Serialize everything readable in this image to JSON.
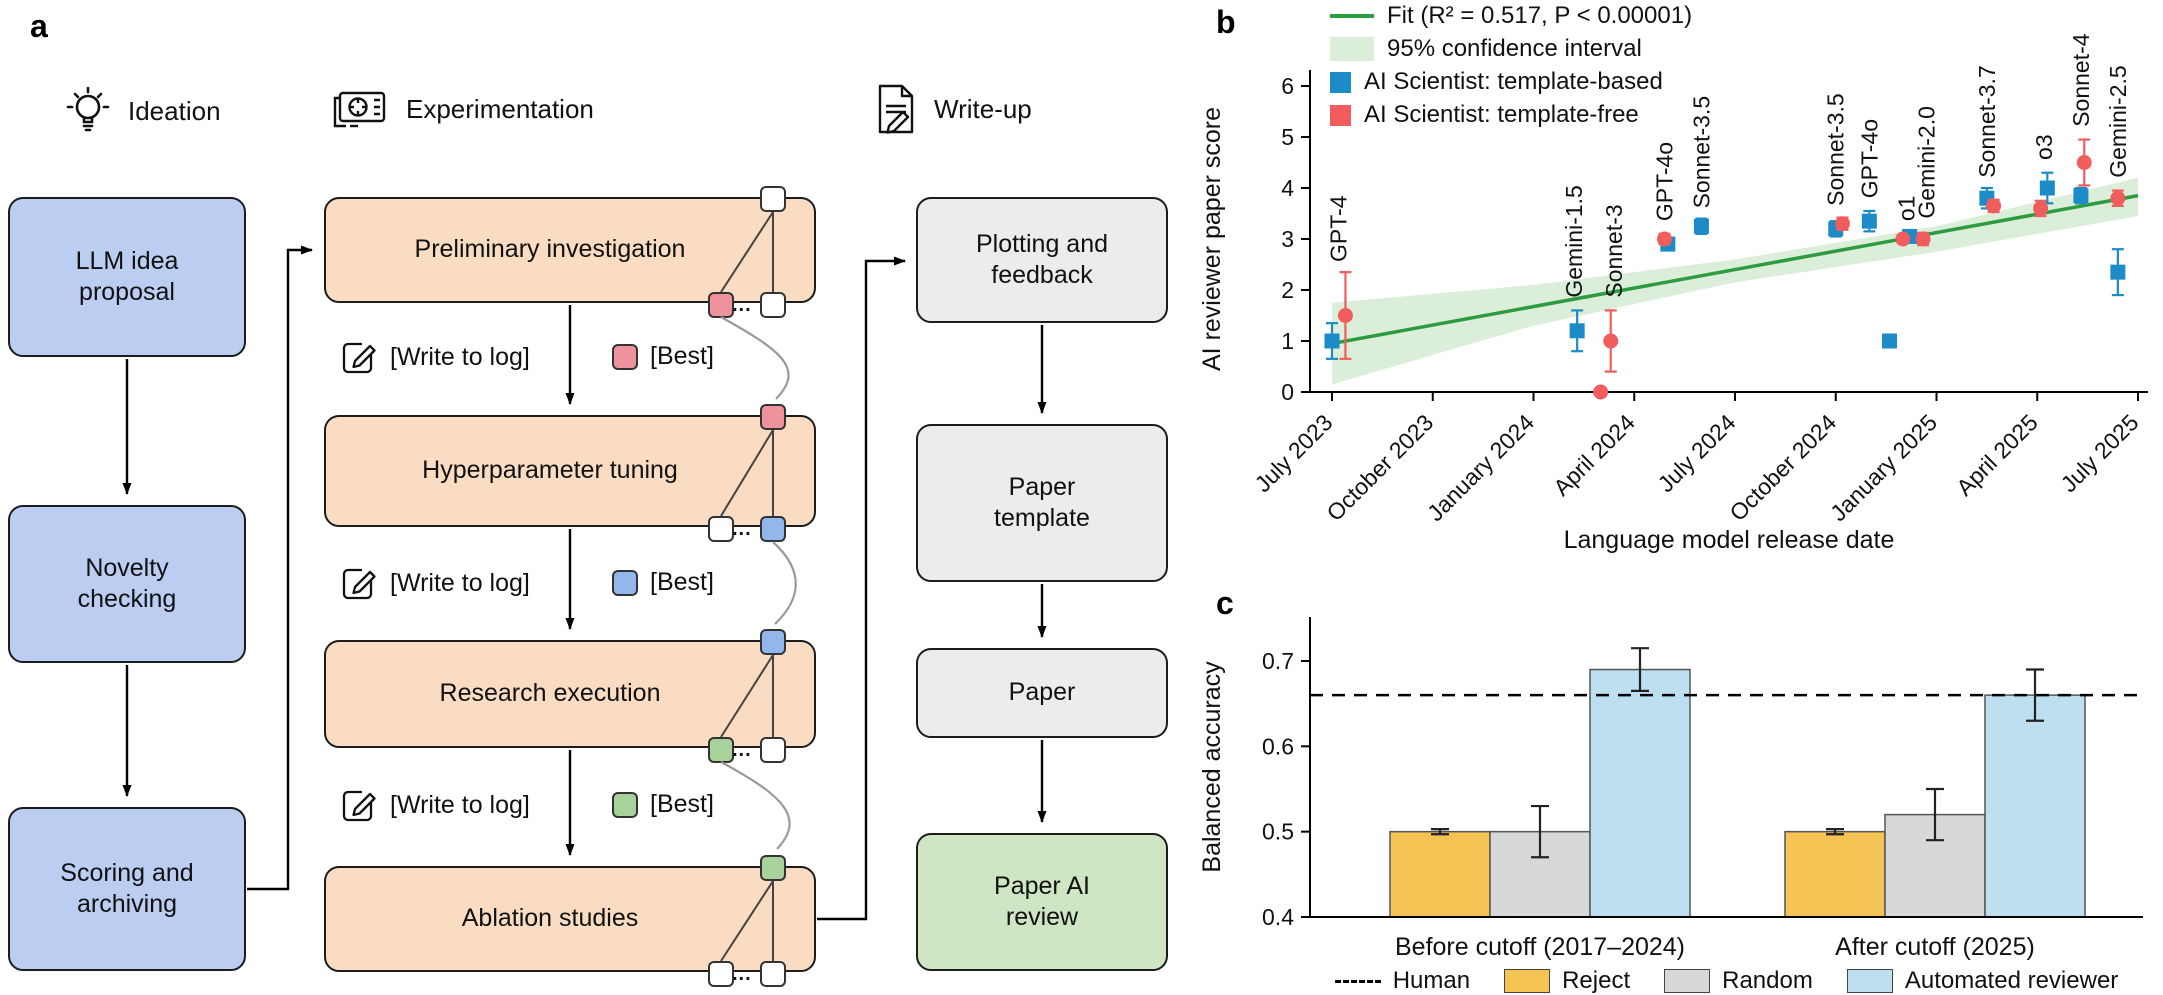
{
  "panel_labels": {
    "a": "a",
    "b": "b",
    "c": "c"
  },
  "flow": {
    "columns": {
      "ideation": {
        "title": "Ideation"
      },
      "experimentation": {
        "title": "Experimentation"
      },
      "writeup": {
        "title": "Write-up"
      }
    },
    "ideation_boxes": {
      "b1": "LLM idea proposal",
      "b2": "Novelty checking",
      "b3": "Scoring and archiving"
    },
    "exp_boxes": {
      "b1": "Preliminary investigation",
      "b2": "Hyperparameter tuning",
      "b3": "Research execution",
      "b4": "Ablation studies"
    },
    "writeup_boxes": {
      "b1": "Plotting and feedback",
      "b2": "Paper template",
      "b3": "Paper",
      "b4": "Paper AI review"
    },
    "annotations": {
      "write_to_log": "[Write to log]",
      "best": "[Best]",
      "dots": "..."
    },
    "colors": {
      "ideation_fill": "#bccdf2",
      "experiment_fill": "#f9dcc1",
      "writeup_fill": "#ececec",
      "review_fill": "#cfe6c4",
      "node_pink": "#ee929b",
      "node_blue": "#93b7ec",
      "node_green": "#a7d29c",
      "node_white": "#ffffff"
    }
  },
  "chart_data": [
    {
      "type": "scatter",
      "xlabel": "Language model release date",
      "ylabel": "AI reviewer paper score",
      "ylim": [
        0,
        6
      ],
      "y_ticks": [
        0,
        1,
        2,
        3,
        4,
        5,
        6
      ],
      "x_unit": "months since July 2023",
      "x_ticks": [
        0,
        3,
        6,
        9,
        12,
        15,
        18,
        21,
        24
      ],
      "x_tick_labels": [
        "July 2023",
        "October 2023",
        "January 2024",
        "April 2024",
        "July 2024",
        "October 2024",
        "January 2025",
        "April 2025",
        "July 2025"
      ],
      "fit": {
        "x": [
          0,
          24
        ],
        "y": [
          0.95,
          3.85
        ],
        "color": "#2d9b3f"
      },
      "ci": {
        "color": "#daeeda",
        "upper": [
          [
            0,
            1.75
          ],
          [
            6,
            2.1
          ],
          [
            12,
            2.6
          ],
          [
            18,
            3.25
          ],
          [
            24,
            4.2
          ]
        ],
        "lower": [
          [
            0,
            0.15
          ],
          [
            6,
            1.3
          ],
          [
            12,
            2.15
          ],
          [
            18,
            2.75
          ],
          [
            24,
            3.45
          ]
        ]
      },
      "legend": [
        {
          "label": "Fit (R² = 0.517, P < 0.00001)",
          "swatch": "line",
          "color": "#2d9b3f"
        },
        {
          "label": "95% confidence interval",
          "swatch": "band",
          "color": "#daeeda"
        },
        {
          "label": "AI Scientist: template-based",
          "swatch": "square",
          "color": "#1d8bc8"
        },
        {
          "label": "AI Scientist: template-free",
          "swatch": "square",
          "color": "#f15c5c"
        }
      ],
      "series": [
        {
          "name": "AI Scientist: template-based",
          "marker": "square",
          "color": "#1d8bc8",
          "points": [
            {
              "model": "GPT-4",
              "x": 0,
              "y": 1.0,
              "err": 0.35
            },
            {
              "model": "Gemini-1.5",
              "x": 7.3,
              "y": 1.2,
              "err": 0.4
            },
            {
              "model": "GPT-4o",
              "x": 10.0,
              "y": 2.9,
              "err": 0.12
            },
            {
              "model": "Sonnet-3.5",
              "x": 11.0,
              "y": 3.25,
              "err": 0.15
            },
            {
              "model": "Sonnet-3.5",
              "x": 15.0,
              "y": 3.2,
              "err": 0.15
            },
            {
              "model": "GPT-4o",
              "x": 16.0,
              "y": 3.35,
              "err": 0.2
            },
            {
              "model": "Gemini-2.0",
              "x": 16.6,
              "y": 1.0,
              "err": 0.08
            },
            {
              "model": "o1",
              "x": 17.2,
              "y": 3.05,
              "err": 0.1
            },
            {
              "model": "Sonnet-3.7",
              "x": 19.5,
              "y": 3.8,
              "err": 0.2
            },
            {
              "model": "o3",
              "x": 21.3,
              "y": 4.0,
              "err": 0.3
            },
            {
              "model": "Sonnet-4",
              "x": 22.3,
              "y": 3.85,
              "err": 0.15
            },
            {
              "model": "Gemini-2.5",
              "x": 23.4,
              "y": 2.35,
              "err": 0.45
            }
          ]
        },
        {
          "name": "AI Scientist: template-free",
          "marker": "circle",
          "color": "#f15c5c",
          "points": [
            {
              "model": "GPT-4",
              "x": 0.4,
              "y": 1.5,
              "err": 0.85
            },
            {
              "model": "Sonnet-3",
              "x": 8.0,
              "y": 0.0,
              "err": 0.05
            },
            {
              "model": "Sonnet-3",
              "x": 8.3,
              "y": 1.0,
              "err": 0.6
            },
            {
              "model": "GPT-4o",
              "x": 9.9,
              "y": 3.0,
              "err": 0.1
            },
            {
              "model": "Sonnet-3.5",
              "x": 15.2,
              "y": 3.3,
              "err": 0.12
            },
            {
              "model": "o1",
              "x": 17.0,
              "y": 3.0,
              "err": 0.08
            },
            {
              "model": "Gemini-2.0",
              "x": 17.6,
              "y": 3.0,
              "err": 0.12
            },
            {
              "model": "Sonnet-3.7",
              "x": 19.7,
              "y": 3.65,
              "err": 0.12
            },
            {
              "model": "o3",
              "x": 21.1,
              "y": 3.6,
              "err": 0.15
            },
            {
              "model": "Sonnet-4",
              "x": 22.4,
              "y": 4.5,
              "err": 0.45
            },
            {
              "model": "Gemini-2.5",
              "x": 23.4,
              "y": 3.8,
              "err": 0.15
            }
          ]
        }
      ],
      "point_labels": [
        {
          "text": "GPT-4",
          "x": 0.2,
          "y_anchor": 2.55
        },
        {
          "text": "Gemini-1.5",
          "x": 7.2,
          "y_anchor": 1.85
        },
        {
          "text": "Sonnet-3",
          "x": 8.4,
          "y_anchor": 1.85
        },
        {
          "text": "GPT-4o",
          "x": 9.9,
          "y_anchor": 3.35
        },
        {
          "text": "Sonnet-3.5",
          "x": 11.0,
          "y_anchor": 3.6
        },
        {
          "text": "Sonnet-3.5",
          "x": 15.0,
          "y_anchor": 3.65
        },
        {
          "text": "GPT-4o",
          "x": 16.0,
          "y_anchor": 3.8
        },
        {
          "text": "o1",
          "x": 17.1,
          "y_anchor": 3.35
        },
        {
          "text": "Gemini-2.0",
          "x": 17.7,
          "y_anchor": 3.4
        },
        {
          "text": "Sonnet-3.7",
          "x": 19.5,
          "y_anchor": 4.2
        },
        {
          "text": "o3",
          "x": 21.2,
          "y_anchor": 4.55
        },
        {
          "text": "Sonnet-4",
          "x": 22.3,
          "y_anchor": 5.2
        },
        {
          "text": "Gemini-2.5",
          "x": 23.4,
          "y_anchor": 4.2
        }
      ]
    },
    {
      "type": "bar",
      "ylabel": "Balanced accuracy",
      "ylim": [
        0.4,
        0.73
      ],
      "y_ticks": [
        0.4,
        0.5,
        0.6,
        0.7
      ],
      "groups": [
        "Before cutoff (2017–2024)",
        "After cutoff (2025)"
      ],
      "series": [
        {
          "name": "Reject",
          "color": "#f6c355",
          "values": [
            0.5,
            0.5
          ],
          "errors": [
            0.003,
            0.003
          ]
        },
        {
          "name": "Random",
          "color": "#d8d8d8",
          "values": [
            0.5,
            0.52
          ],
          "errors": [
            0.03,
            0.03
          ]
        },
        {
          "name": "Automated reviewer",
          "color": "#bedfef",
          "values": [
            0.69,
            0.66
          ],
          "errors": [
            0.025,
            0.03
          ]
        }
      ],
      "reference_line": {
        "name": "Human",
        "value": 0.66,
        "style": "dashed",
        "color": "#000000"
      },
      "legend": [
        {
          "label": "Human",
          "swatch": "dash",
          "color": "#000000"
        },
        {
          "label": "Reject",
          "swatch": "box",
          "color": "#f6c355"
        },
        {
          "label": "Random",
          "swatch": "box",
          "color": "#d8d8d8"
        },
        {
          "label": "Automated reviewer",
          "swatch": "box",
          "color": "#bedfef"
        }
      ]
    }
  ]
}
